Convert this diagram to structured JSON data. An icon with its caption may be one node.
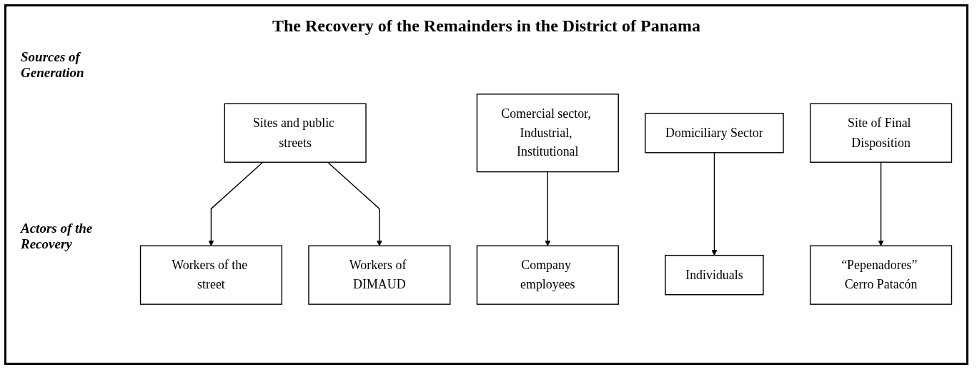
{
  "diagram": {
    "title": "The Recovery of the Remainders in the District of Panama",
    "nodes": [
      {
        "text": [
          "Sites and public streets"
        ]
      },
      {
        "text": [
          "Comercial sector, Industrial, Institutional"
        ]
      },
      {
        "text": [
          "Domiciliary Sector"
        ]
      },
      {
        "text": [
          "Site of Final Disposition"
        ]
      },
      {
        "text": [
          "Workers of the street"
        ]
      },
      {
        "text": [
          "Workers of DIMAUD"
        ]
      },
      {
        "text": [
          "Company employees"
        ]
      },
      {
        "text": [
          "Individuals"
        ]
      },
      {
        "text": [
          "“Pepenadores” Cerro Patacón"
        ]
      }
    ],
    "edges": [
      {
        "from": 0,
        "to": 4,
        "arrow": "to"
      },
      {
        "from": 0,
        "to": 5,
        "arrow": "to"
      },
      {
        "from": 1,
        "to": 6,
        "arrow": "to"
      },
      {
        "from": 2,
        "to": 7,
        "arrow": "to"
      },
      {
        "from": 3,
        "to": 8,
        "arrow": "to"
      }
    ],
    "labels": [
      "Sources of Generation",
      "Actors of the Recovery"
    ]
  }
}
